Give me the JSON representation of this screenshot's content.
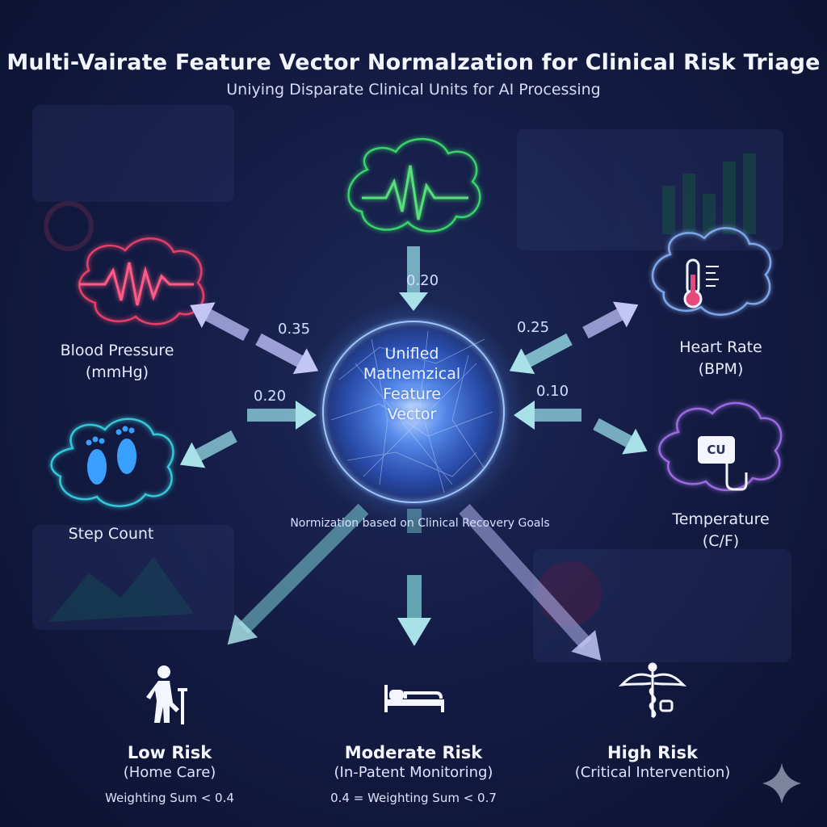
{
  "header": {
    "title": "Multi-Vairate Feature Vector Normalzation for Clinical Risk Triage",
    "subtitle": "Uniying Disparate Clinical Units for AI Processing"
  },
  "core": {
    "line1": "Unifled",
    "line2": "Mathemzical",
    "line3": "Feature",
    "line4": "Vector",
    "note": "Normization based on Clinical Recovery Goals"
  },
  "inputs": {
    "blood_pressure": {
      "label": "Blood Pressure",
      "unit": "(mmHg)",
      "icon": "waveform-icon",
      "color": "#e0406a"
    },
    "heart_rate": {
      "label": "Heart Rate",
      "unit": "(BPM)",
      "icon": "thermometer-icon",
      "color": "#7fa6e8"
    },
    "step_count": {
      "label": "Step Count",
      "icon": "footprints-icon",
      "color": "#35c6d8"
    },
    "temperature": {
      "label": "Temperature",
      "unit": "(C/F)",
      "icon": "monitor-icon",
      "color": "#9a6ae0",
      "icon_text": "CU"
    },
    "ecg": {
      "icon": "ecg-icon",
      "color": "#39d36a"
    }
  },
  "weights": {
    "top": "0.20",
    "upper_left": "0.35",
    "upper_right": "0.25",
    "left": "0.20",
    "right": "0.10"
  },
  "outcomes": {
    "low": {
      "title": "Low Risk",
      "sub": "(Home Care)",
      "rule": "Weighting Sum < 0.4",
      "icon": "walking-aid-icon"
    },
    "moderate": {
      "title": "Moderate Risk",
      "sub": "(In-Patent Monitoring)",
      "rule": "0.4 = Weighting Sum < 0.7",
      "icon": "bed-icon"
    },
    "high": {
      "title": "High Risk",
      "sub": "(Critical Intervention)",
      "icon": "caduceus-icon"
    }
  },
  "colors": {
    "arrow": "#9fd8e0",
    "arrow_purple": "#a9a9e8",
    "core_glow": "#4a8cff"
  }
}
